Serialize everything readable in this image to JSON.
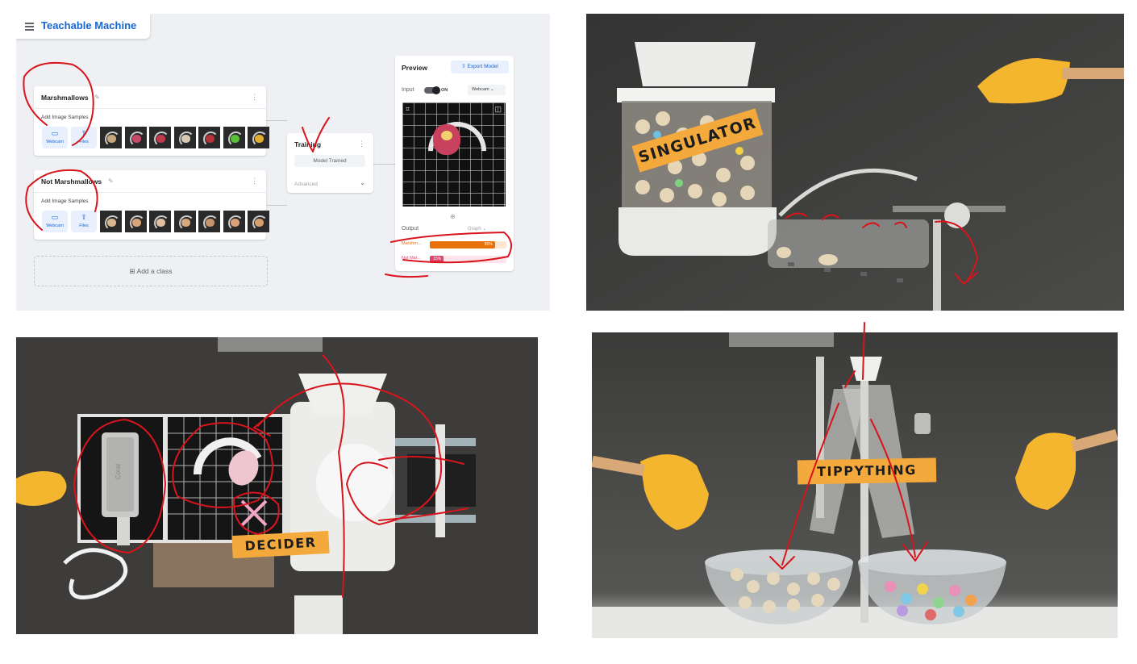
{
  "teachable_machine": {
    "app_title": "Teachable Machine",
    "classes": [
      {
        "name": "Marshmallows",
        "add_samples": "Add Image Samples",
        "webcam_label": "Webcam",
        "files_label": "Files",
        "thumb_colors": [
          "#c9a77e",
          "#c84a6a",
          "#c23a4a",
          "#d9c9b0",
          "#b8323a",
          "#5bbf3a",
          "#e0b030"
        ]
      },
      {
        "name": "Not Marshmallows",
        "add_samples": "Add Image Samples",
        "webcam_label": "Webcam",
        "files_label": "Files",
        "thumb_colors": [
          "#d9b58f",
          "#d8a57a",
          "#e0c0a0",
          "#d6a77c",
          "#c7936a",
          "#d9a27a",
          "#d5a070"
        ]
      }
    ],
    "add_class_label": "Add a class",
    "training": {
      "title": "Training",
      "button_label": "Model Trained",
      "advanced_label": "Advanced"
    },
    "preview": {
      "title": "Preview",
      "export_label": "Export Model",
      "input_label": "Input",
      "toggle_label": "ON",
      "source_select": "Webcam",
      "output_label": "Output",
      "output_view": "Graph",
      "results": [
        {
          "label": "Marshm...",
          "percent": 85,
          "color": "#e8710a",
          "track": "#fde7d3",
          "text_color": "#e8710a"
        },
        {
          "label": "Not Mar...",
          "percent": 15,
          "color": "#e0446b",
          "track": "#fde3ea",
          "text_color": "#e0446b"
        }
      ]
    }
  },
  "photos": {
    "singulator_label": "SINGULATOR",
    "decider_label": "DECIDER",
    "decider_device_text": "Coral",
    "tippything_label": "TIPPYTHING"
  },
  "colors": {
    "annotation_ink": "#d8141c",
    "tape": "#f4a93c",
    "tm_blue": "#1967d2"
  }
}
